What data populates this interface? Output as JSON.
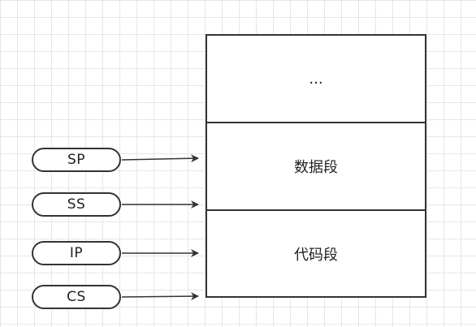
{
  "memory": {
    "segments": [
      {
        "id": "top",
        "label": "..."
      },
      {
        "id": "data",
        "label": "数据段"
      },
      {
        "id": "code",
        "label": "代码段"
      }
    ]
  },
  "registers": [
    {
      "id": "sp",
      "label": "SP"
    },
    {
      "id": "ss",
      "label": "SS"
    },
    {
      "id": "ip",
      "label": "IP"
    },
    {
      "id": "cs",
      "label": "CS"
    }
  ],
  "colors": {
    "stroke": "#333333",
    "grid": "#e6e6e6",
    "background": "#ffffff"
  }
}
